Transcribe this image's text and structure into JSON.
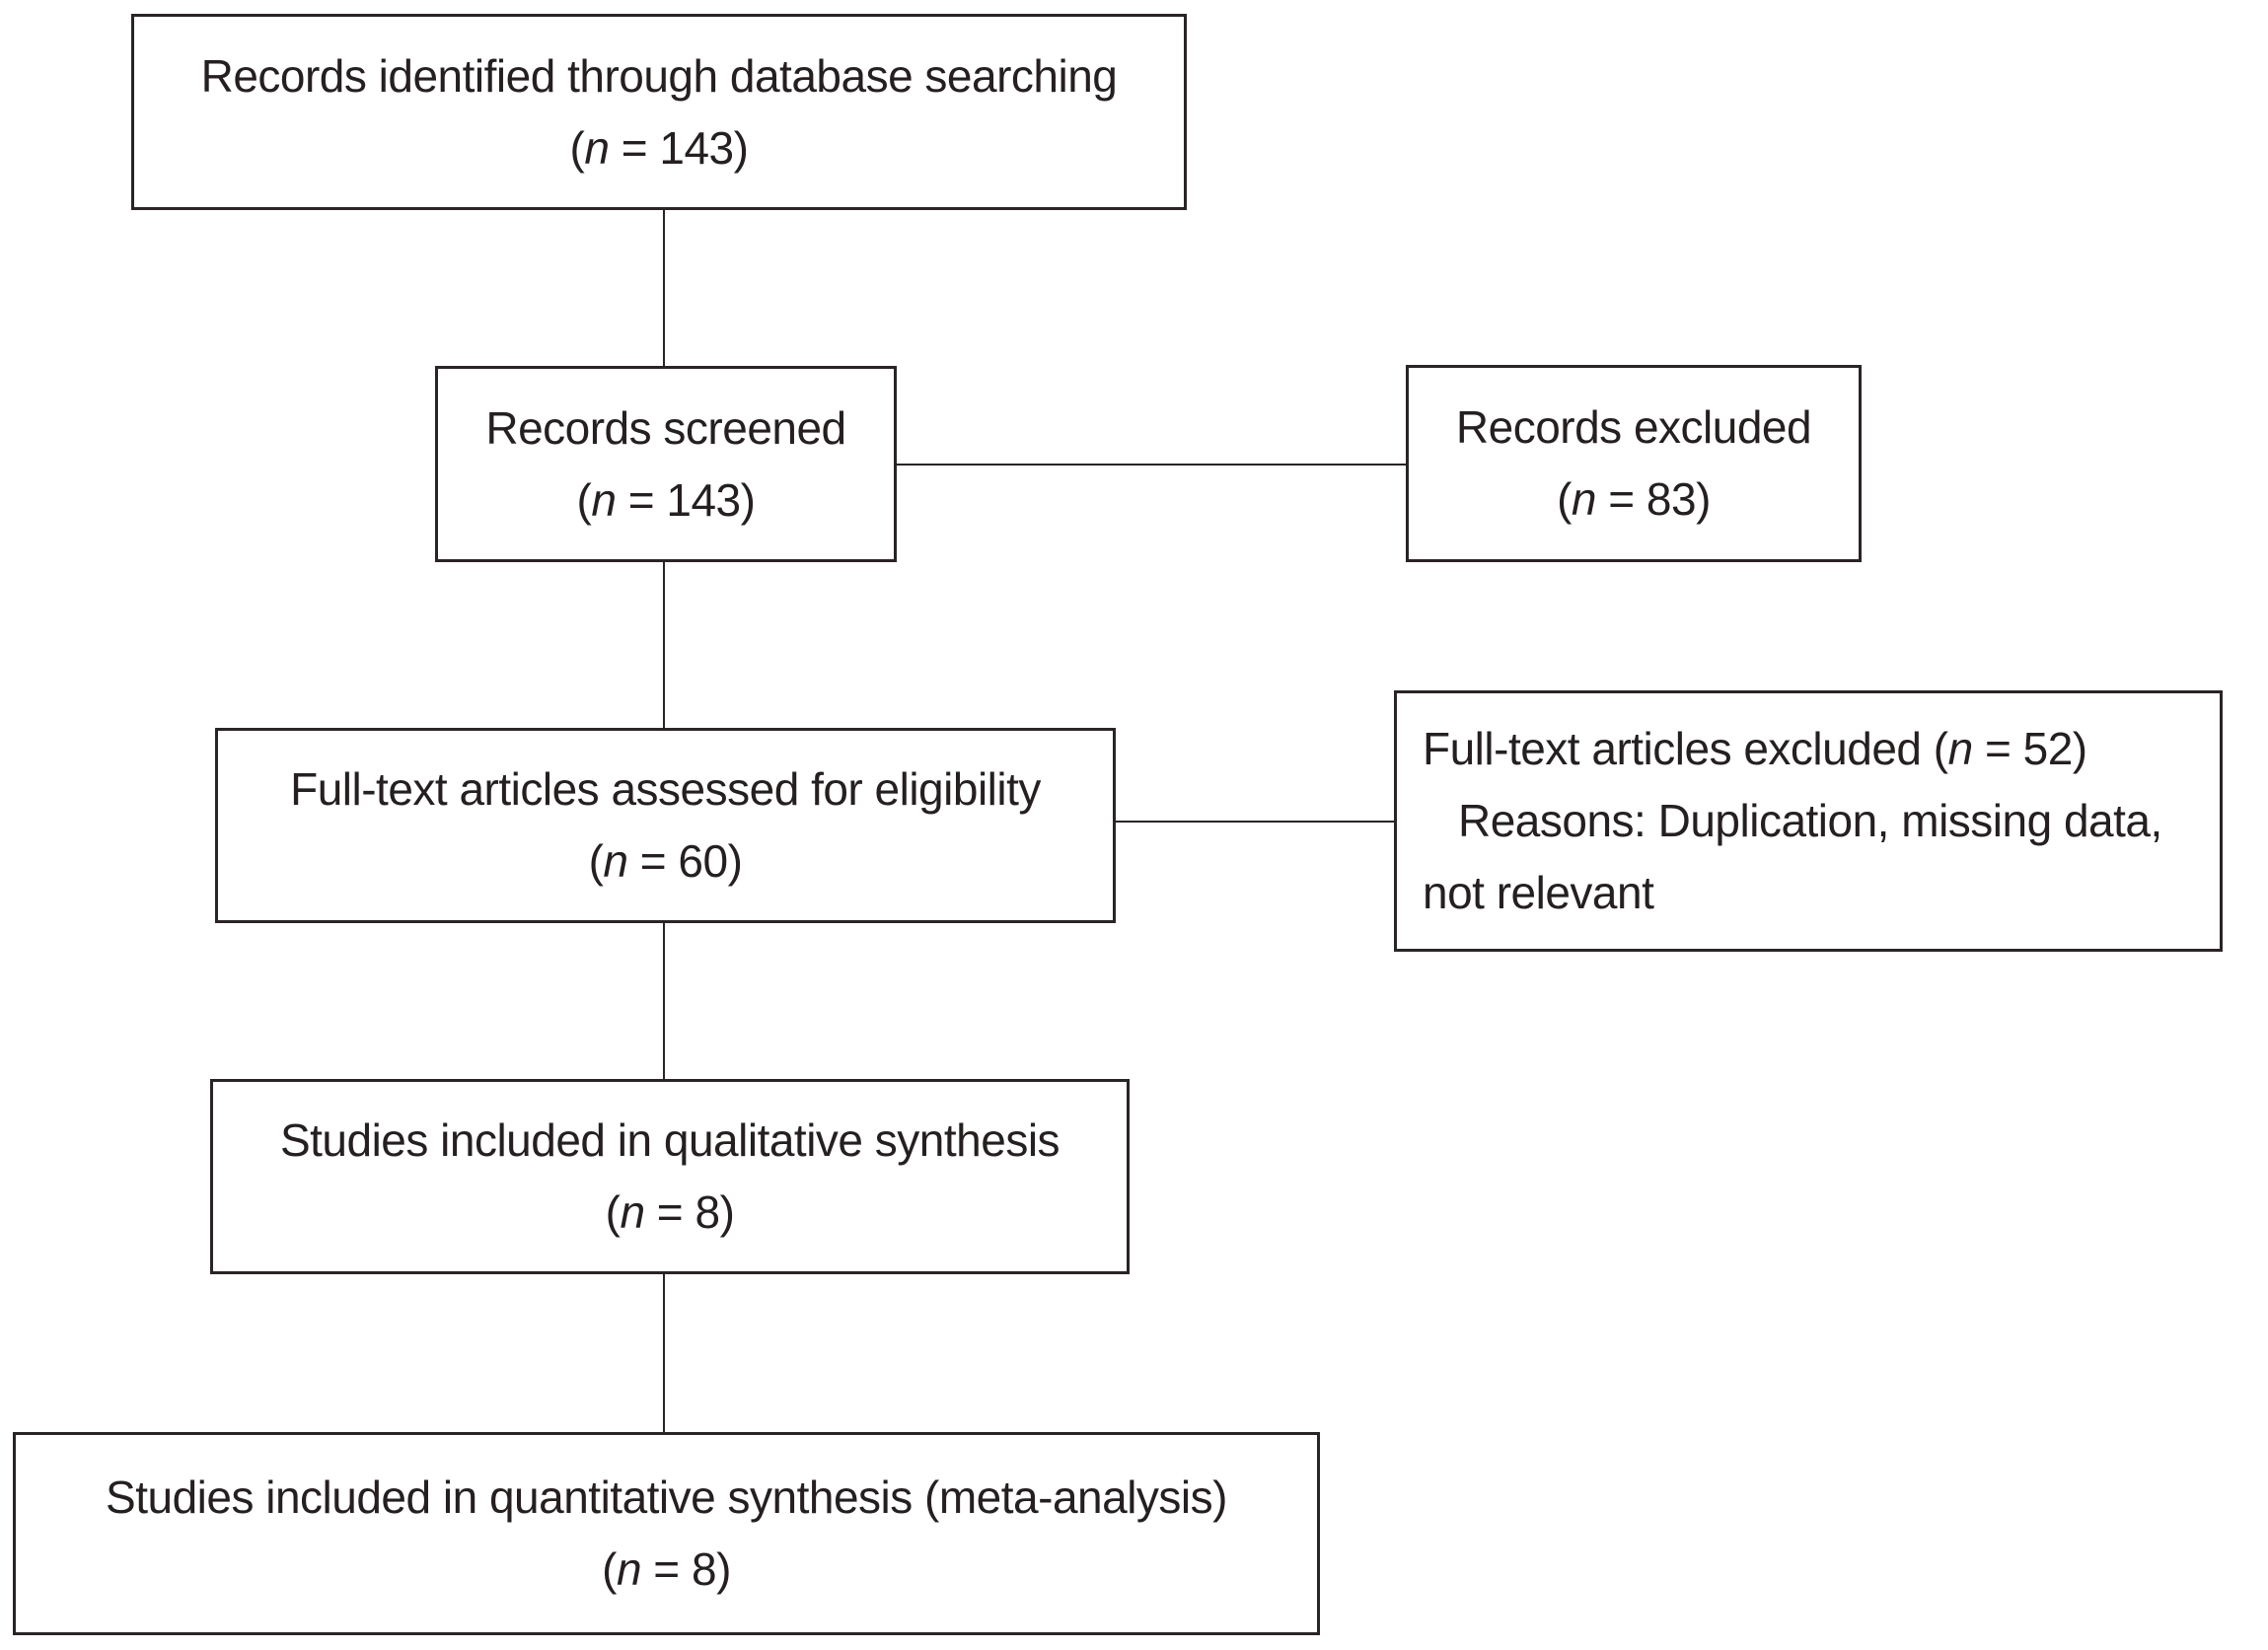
{
  "colors": {
    "background": "#ffffff",
    "line": "#2a2425",
    "text": "#251f20"
  },
  "symbols": {
    "open_paren": "(",
    "n": "n",
    "equals": " = ",
    "close_paren": ")"
  },
  "flow": {
    "identification": {
      "label": "Records identified through database searching",
      "n": "143"
    },
    "screened": {
      "label": "Records screened",
      "n": "143"
    },
    "records_excluded": {
      "label": "Records excluded",
      "n": "83"
    },
    "eligibility": {
      "label": "Full-text articles assessed for eligibility",
      "n": "60"
    },
    "fulltext_excluded": {
      "line1_pre": "Full-text articles excluded (",
      "n": "n",
      "line1_post": " = 52)",
      "line2": "Reasons: Duplication, missing data,",
      "line3": "not relevant"
    },
    "qualitative": {
      "label": "Studies included in qualitative synthesis",
      "n": "8"
    },
    "quantitative": {
      "label": "Studies included in quantitative synthesis (meta-analysis)",
      "n": "8"
    }
  }
}
